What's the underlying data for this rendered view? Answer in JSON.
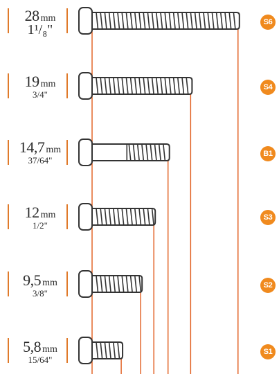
{
  "colors": {
    "guide_line": "#e05a1a",
    "separator": "#e07a2a",
    "screw_fill": "#ffffff",
    "screw_stroke": "#333333",
    "badge": "#f08a1e",
    "badge_text": "#ffffff"
  },
  "screws": [
    {
      "mm_value": "28",
      "mm_unit": "mm",
      "inch": "1¹/₈\"",
      "code": "S6",
      "length_mm": 28,
      "smooth_shank": false
    },
    {
      "mm_value": "19",
      "mm_unit": "mm",
      "inch": "3/4\"",
      "code": "S4",
      "length_mm": 19,
      "smooth_shank": false
    },
    {
      "mm_value": "14,7",
      "mm_unit": "mm",
      "inch": "37/64\"",
      "code": "B1",
      "length_mm": 14.7,
      "smooth_shank": true
    },
    {
      "mm_value": "12",
      "mm_unit": "mm",
      "inch": "1/2\"",
      "code": "S3",
      "length_mm": 12,
      "smooth_shank": false
    },
    {
      "mm_value": "9,5",
      "mm_unit": "mm",
      "inch": "3/8\"",
      "code": "S2",
      "length_mm": 9.5,
      "smooth_shank": false
    },
    {
      "mm_value": "5,8",
      "mm_unit": "mm",
      "inch": "15/64\"",
      "code": "S1",
      "length_mm": 5.8,
      "smooth_shank": false
    }
  ]
}
